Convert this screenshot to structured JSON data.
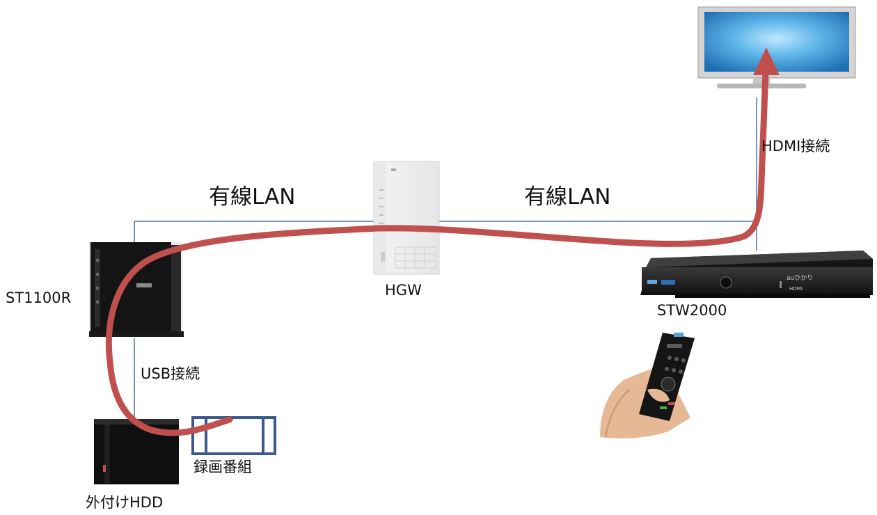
{
  "labels": {
    "lan_left": "有線LAN",
    "lan_right": "有線LAN",
    "hdmi": "HDMI接続",
    "usb": "USB接続",
    "st1100r": "ST1100R",
    "hgw": "HGW",
    "stw2000": "STW2000",
    "hdd": "外付けHDD",
    "recorded": "録画番組"
  },
  "device_markings": {
    "stw_brand": "auひかり",
    "stw_port": "HDMI"
  },
  "colors": {
    "cable": "#4a74b0",
    "flow_arrow": "#c0504d",
    "recorded_box": "#3b5a8c"
  }
}
